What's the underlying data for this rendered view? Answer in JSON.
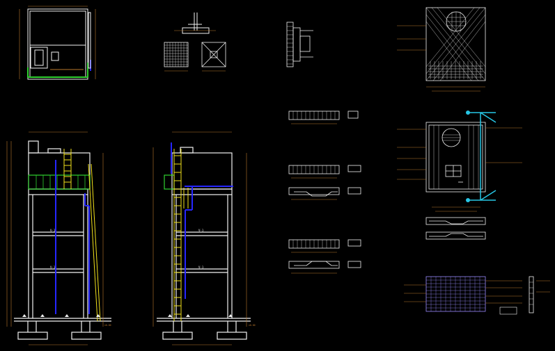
{
  "colors": {
    "background": "#000000",
    "line": "#f2f2f2",
    "dimension": "#b9772c",
    "ladder": "#f2e21c",
    "pipe": "#2626ff",
    "overflow": "#27c7e6",
    "railing": "#2fd12f"
  },
  "drawings": [
    {
      "id": "plan-tank-top"
    },
    {
      "id": "anchor-bolt-detail"
    },
    {
      "id": "hatch-plan-detail"
    },
    {
      "id": "manhole-cover-section"
    },
    {
      "id": "rebar-roof-slab"
    },
    {
      "id": "front-elevation"
    },
    {
      "id": "side-elevation"
    },
    {
      "id": "beam-sections"
    },
    {
      "id": "rebar-tank-floor"
    },
    {
      "id": "rebar-wall-elevation"
    }
  ],
  "ground_level_marks": [
    "±0.00",
    "±0.00"
  ]
}
